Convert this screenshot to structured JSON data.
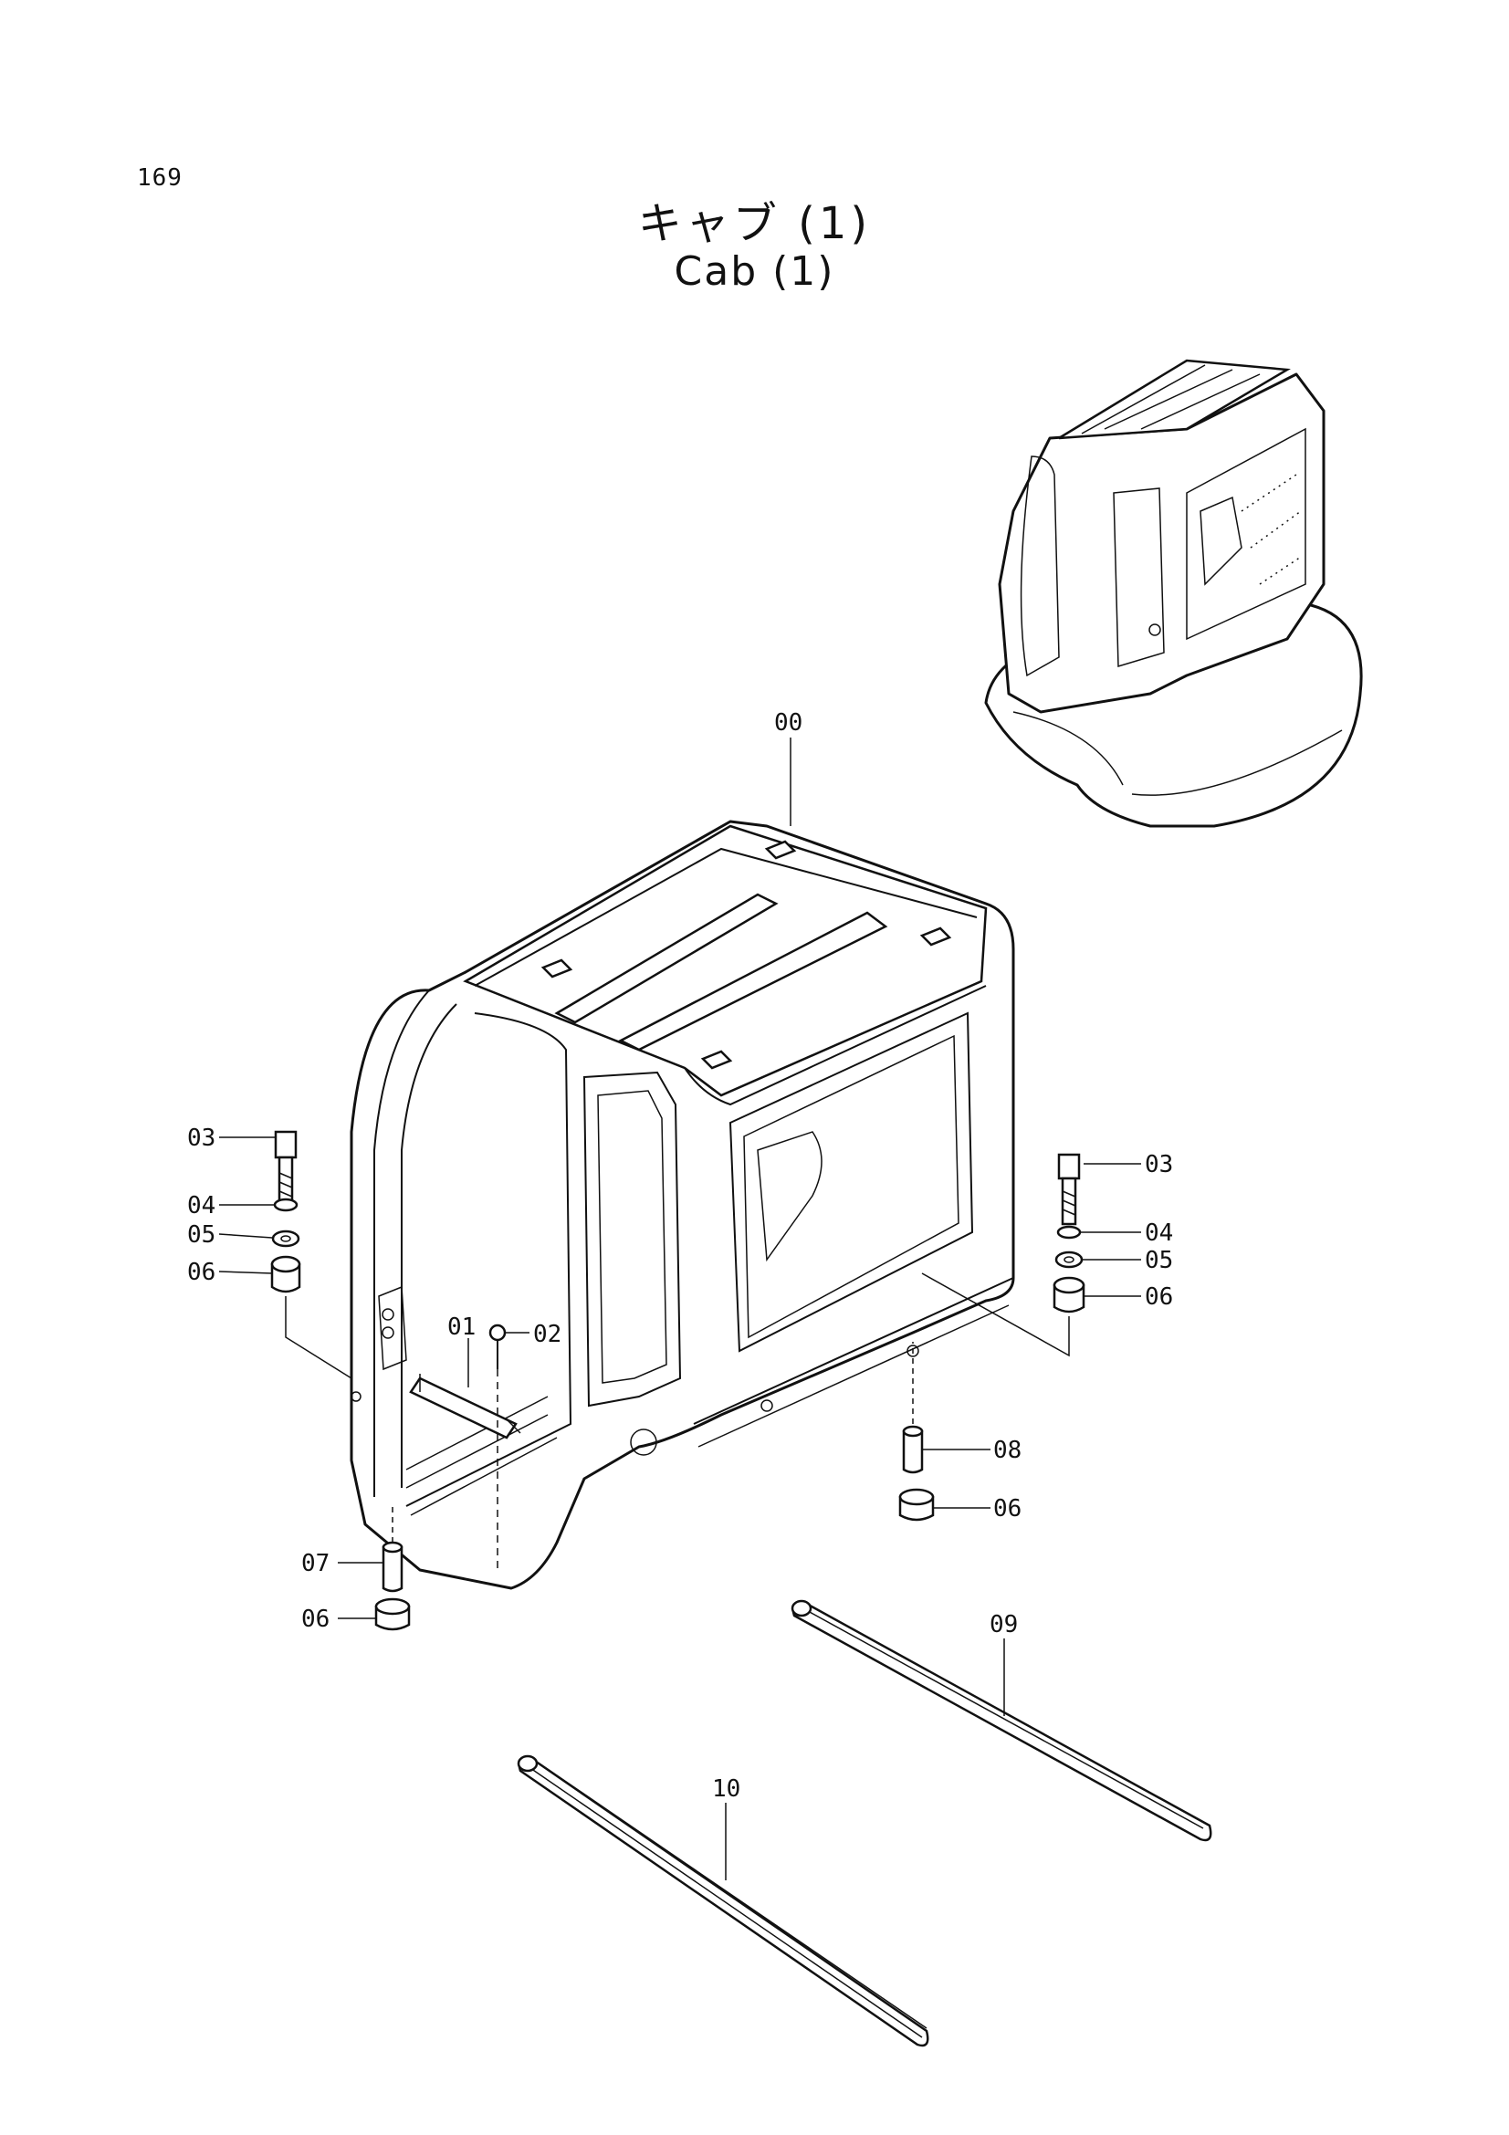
{
  "page": {
    "number": "169"
  },
  "title": {
    "japanese": "キャブ (1)",
    "english": "Cab (1)"
  },
  "callouts": [
    {
      "id": "lbl-00",
      "text": "00"
    },
    {
      "id": "lbl-01",
      "text": "01"
    },
    {
      "id": "lbl-02",
      "text": "02"
    },
    {
      "id": "lbl-03-left",
      "text": "03"
    },
    {
      "id": "lbl-04-left",
      "text": "04"
    },
    {
      "id": "lbl-05-left",
      "text": "05"
    },
    {
      "id": "lbl-06-left",
      "text": "06"
    },
    {
      "id": "lbl-03-right",
      "text": "03"
    },
    {
      "id": "lbl-04-right",
      "text": "04"
    },
    {
      "id": "lbl-05-right",
      "text": "05"
    },
    {
      "id": "lbl-06-right",
      "text": "06"
    },
    {
      "id": "lbl-07",
      "text": "07"
    },
    {
      "id": "lbl-06-bottom-left",
      "text": "06"
    },
    {
      "id": "lbl-08",
      "text": "08"
    },
    {
      "id": "lbl-06-bottom-right",
      "text": "06"
    },
    {
      "id": "lbl-09",
      "text": "09"
    },
    {
      "id": "lbl-10",
      "text": "10"
    }
  ]
}
